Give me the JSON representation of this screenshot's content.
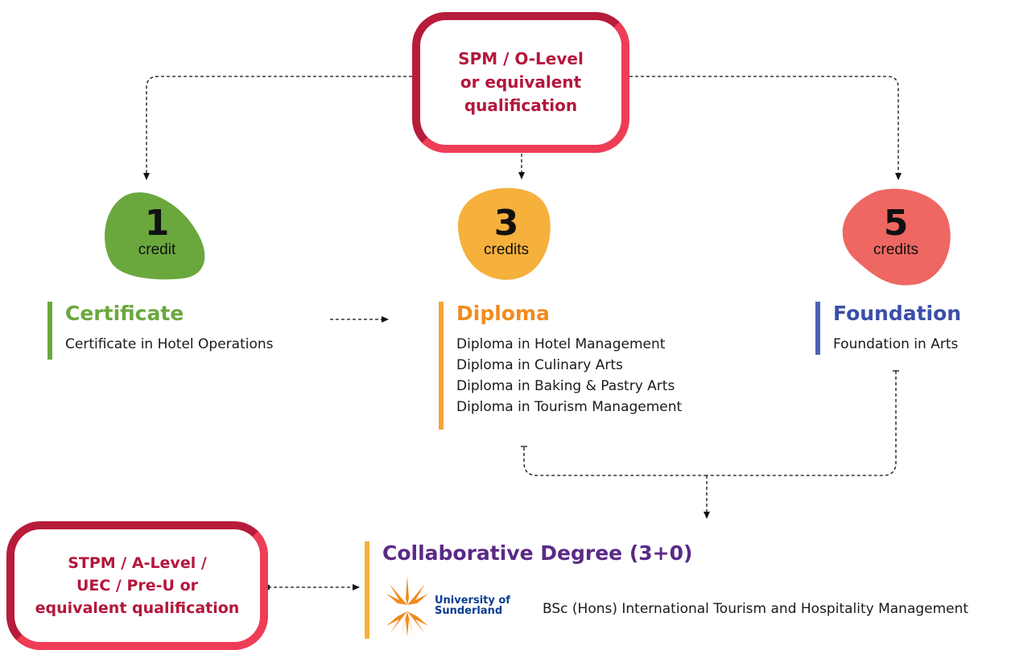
{
  "entry_qualifications": {
    "spm": [
      "SPM / O-Level",
      "or equivalent",
      "qualification"
    ],
    "stpm": [
      "STPM / A-Level /",
      "UEC / Pre-U or",
      "equivalent qualification"
    ]
  },
  "credits": [
    {
      "number": "1",
      "unit": "credit",
      "color": "#6aa83e"
    },
    {
      "number": "3",
      "unit": "credits",
      "color": "#f6b03c"
    },
    {
      "number": "5",
      "unit": "credits",
      "color": "#ef6762"
    }
  ],
  "programs": {
    "certificate": {
      "title": "Certificate",
      "color": "#6aa83e",
      "items": [
        "Certificate in Hotel Operations"
      ]
    },
    "diploma": {
      "title": "Diploma",
      "color": "#f28a1e",
      "items": [
        "Diploma in Hotel Management",
        "Diploma in Culinary Arts",
        "Diploma in Baking & Pastry Arts",
        "Diploma in Tourism Management"
      ]
    },
    "foundation": {
      "title": "Foundation",
      "color": "#3b4ea8",
      "items": [
        "Foundation in Arts"
      ]
    },
    "degree": {
      "title": "Collaborative Degree (3+0)",
      "color": "#5b2a86",
      "bar_color": "#f6b03c",
      "university": [
        "University of",
        "Sunderland"
      ],
      "items": [
        "BSc (Hons) International Tourism and Hospitality Management"
      ]
    }
  },
  "colors": {
    "qual_red": "#b4173c",
    "logo_orange": "#f28a1e",
    "logo_blue": "#0b3d91"
  }
}
